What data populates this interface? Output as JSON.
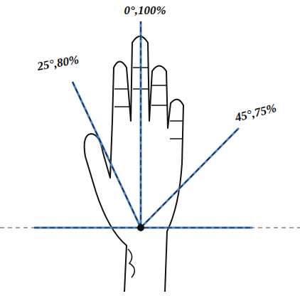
{
  "diagram": {
    "labels": [
      "0°,100%",
      "25°,80%",
      "45°,75%"
    ]
  }
}
